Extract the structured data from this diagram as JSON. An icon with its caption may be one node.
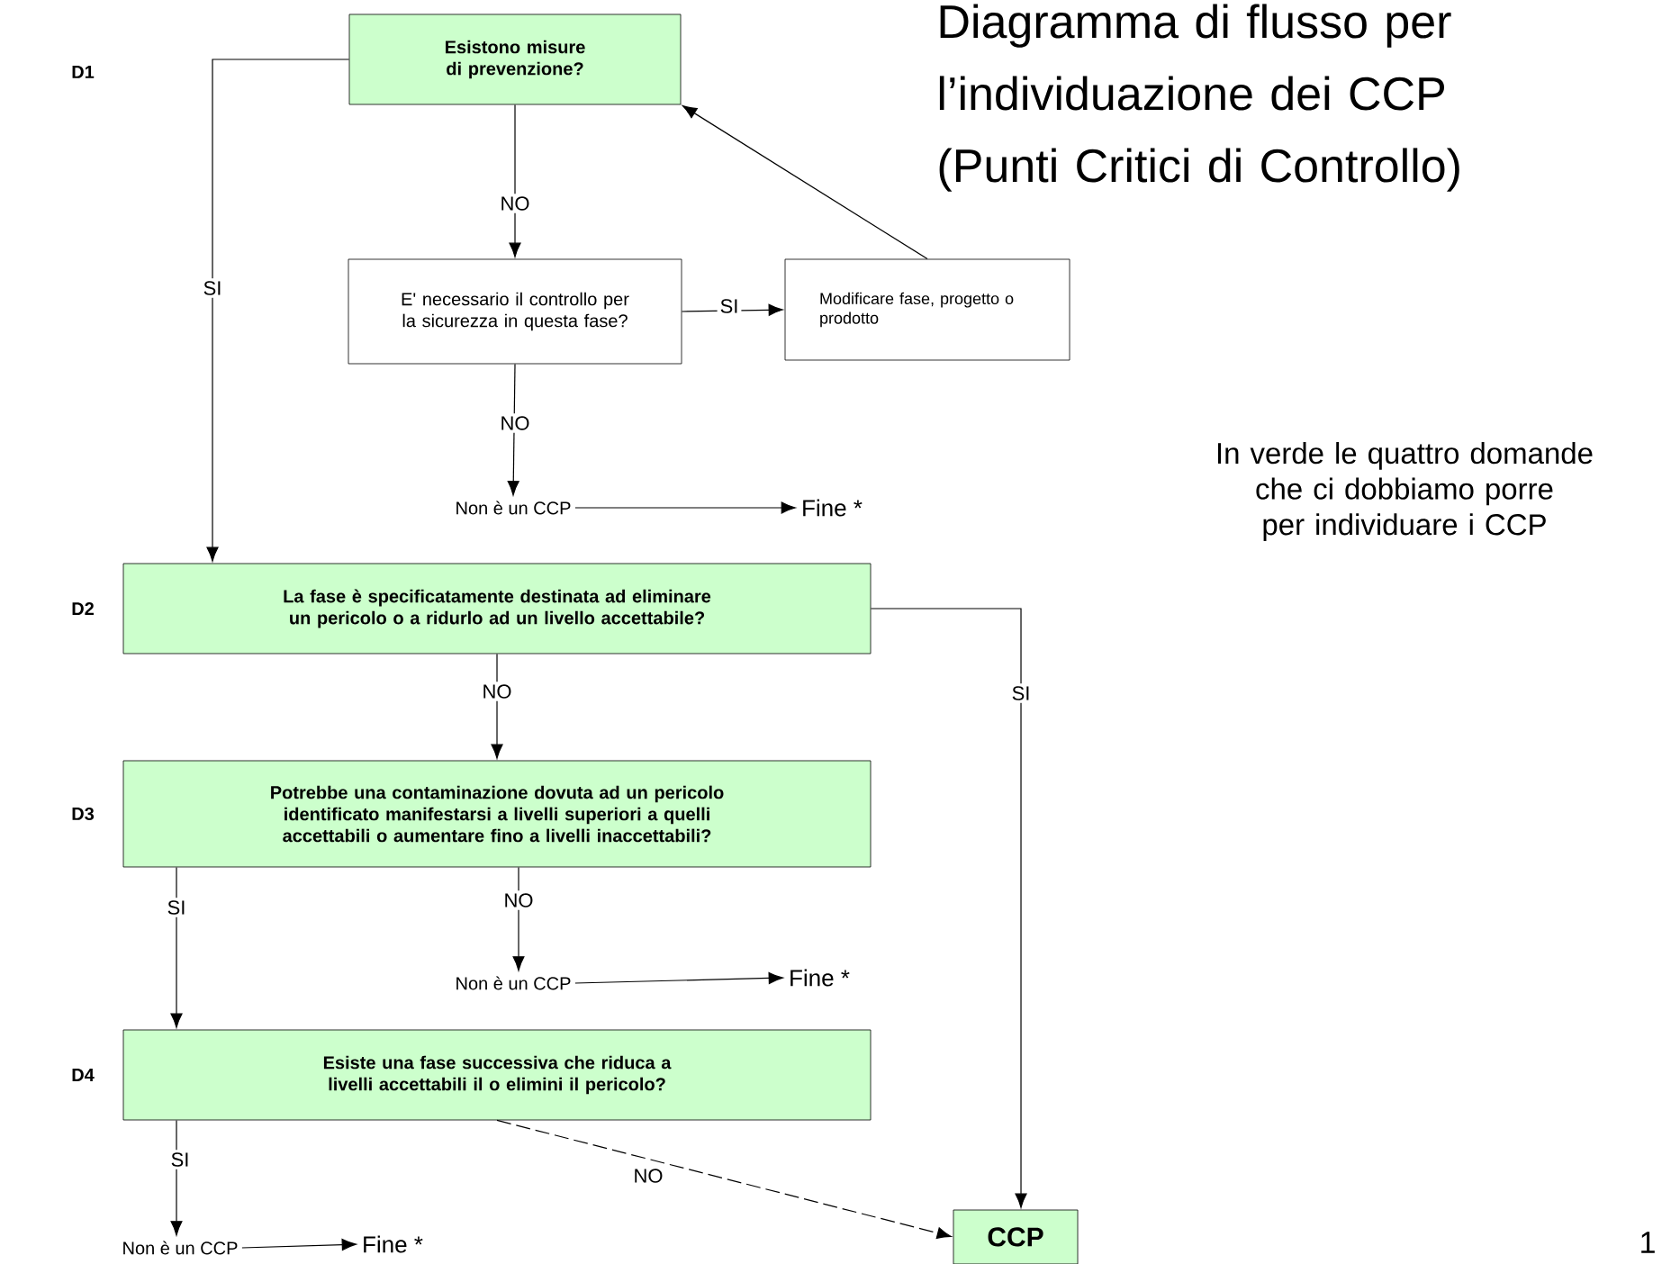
{
  "diagram": {
    "title": "Diagramma di flusso per l’individuazione dei CCP (Punti Critici di Controllo)",
    "nodes": [
      {
        "text": [
          "Esistono misure di prevenzione?"
        ]
      },
      {
        "text": [
          "E' necessario il controllo per la sicurezza in questa fase?"
        ]
      },
      {
        "text": [
          "Modificare fase, progetto o prodotto"
        ]
      },
      {
        "text": [
          "Non è un CCP"
        ]
      },
      {
        "text": [
          "Fine *"
        ]
      },
      {
        "text": [
          "La fase è specificatamente destinata ad eliminare un pericolo o a ridurlo ad un livello accettabile?"
        ]
      },
      {
        "text": [
          "Potrebbe una contaminazione dovuta ad un pericolo identificato manifestarsi a livelli superiori a quelli accettabili o aumentare fino a livelli inaccettabili?"
        ]
      },
      {
        "text": [
          "Non è un CCP"
        ]
      },
      {
        "text": [
          "Fine *"
        ]
      },
      {
        "text": [
          "Esiste una fase successiva che riduca a livelli accettabili il o elimini il pericolo?"
        ]
      },
      {
        "text": [
          "Non è un CCP"
        ]
      },
      {
        "text": [
          "Fine *"
        ]
      },
      {
        "text": [
          "CCP"
        ]
      }
    ],
    "edges": [
      {
        "from": 0,
        "to": 1,
        "arrow": "to",
        "label": "NO"
      },
      {
        "from": 0,
        "to": 5,
        "arrow": "to",
        "label": "SI"
      },
      {
        "from": 1,
        "to": 2,
        "arrow": "to",
        "label": "SI"
      },
      {
        "from": 2,
        "to": 0,
        "arrow": "to"
      },
      {
        "from": 1,
        "to": 3,
        "arrow": "to",
        "label": "NO"
      },
      {
        "from": 3,
        "to": 4,
        "arrow": "to"
      },
      {
        "from": 5,
        "to": 6,
        "arrow": "to",
        "label": "NO"
      },
      {
        "from": 5,
        "to": 12,
        "arrow": "to",
        "label": "SI"
      },
      {
        "from": 6,
        "to": 9,
        "arrow": "to",
        "label": "SI"
      },
      {
        "from": 6,
        "to": 7,
        "arrow": "to",
        "label": "NO"
      },
      {
        "from": 7,
        "to": 8,
        "arrow": "to"
      },
      {
        "from": 9,
        "to": 10,
        "arrow": "to",
        "label": "SI"
      },
      {
        "from": 9,
        "to": 12,
        "arrow": "to",
        "label": "NO",
        "style": "dashed"
      },
      {
        "from": 10,
        "to": 11,
        "arrow": "to"
      }
    ],
    "labels": [
      "D1",
      "D2",
      "D3",
      "D4",
      "In verde le quattro domande che ci dobbiamo porre per individuare i CCP",
      "1"
    ]
  }
}
